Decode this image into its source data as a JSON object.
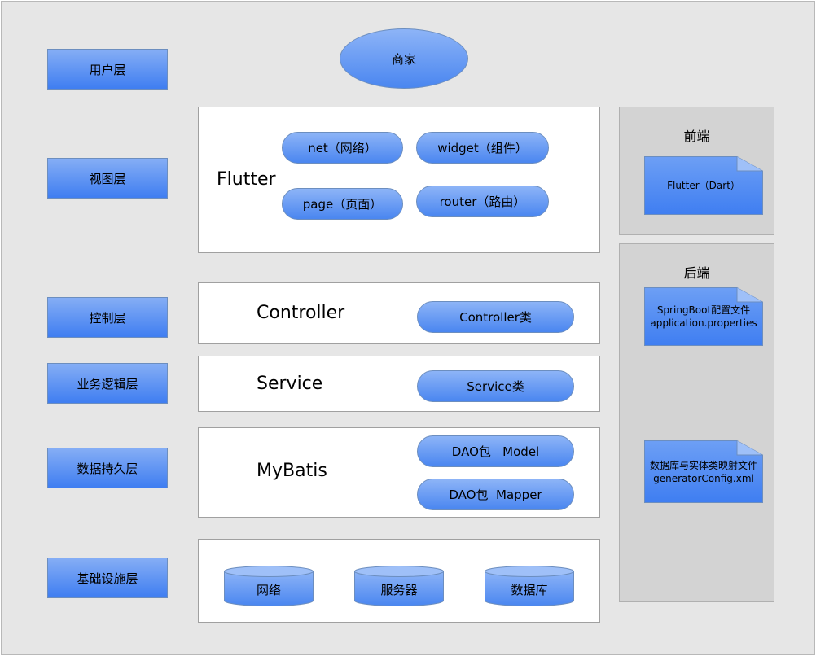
{
  "colors": {
    "background": "#e6e6e6",
    "node_fill_top": "#8db4f7",
    "node_fill_bottom": "#4a86f0",
    "node_border": "#6c8ebf",
    "panel_fill": "#ffffff",
    "side_panel_fill": "#d3d3d3"
  },
  "user_node": {
    "label": "商家"
  },
  "layers": [
    {
      "label": "用户层"
    },
    {
      "label": "视图层"
    },
    {
      "label": "控制层"
    },
    {
      "label": "业务逻辑层"
    },
    {
      "label": "数据持久层"
    },
    {
      "label": "基础设施层"
    }
  ],
  "view_panel": {
    "title": "Flutter",
    "modules": [
      {
        "label": "net（网络）"
      },
      {
        "label": "widget（组件）"
      },
      {
        "label": "page（页面）"
      },
      {
        "label": "router（路由）"
      }
    ]
  },
  "controller_panel": {
    "title": "Controller",
    "module": "Controller类"
  },
  "service_panel": {
    "title": "Service",
    "module": "Service类"
  },
  "persistence_panel": {
    "title": "MyBatis",
    "modules": [
      {
        "label": "DAO包   Model"
      },
      {
        "label": "DAO包  Mapper"
      }
    ]
  },
  "infra_panel": {
    "items": [
      {
        "label": "网络"
      },
      {
        "label": "服务器"
      },
      {
        "label": "数据库"
      }
    ]
  },
  "frontend": {
    "title": "前端",
    "docs": [
      {
        "lines": [
          "Flutter（Dart）"
        ]
      }
    ]
  },
  "backend": {
    "title": "后端",
    "docs": [
      {
        "lines": [
          "SpringBoot配置文件",
          "application.properties"
        ]
      },
      {
        "lines": [
          "数据库与实体类映射文件",
          "generatorConfig.xml"
        ]
      }
    ]
  }
}
